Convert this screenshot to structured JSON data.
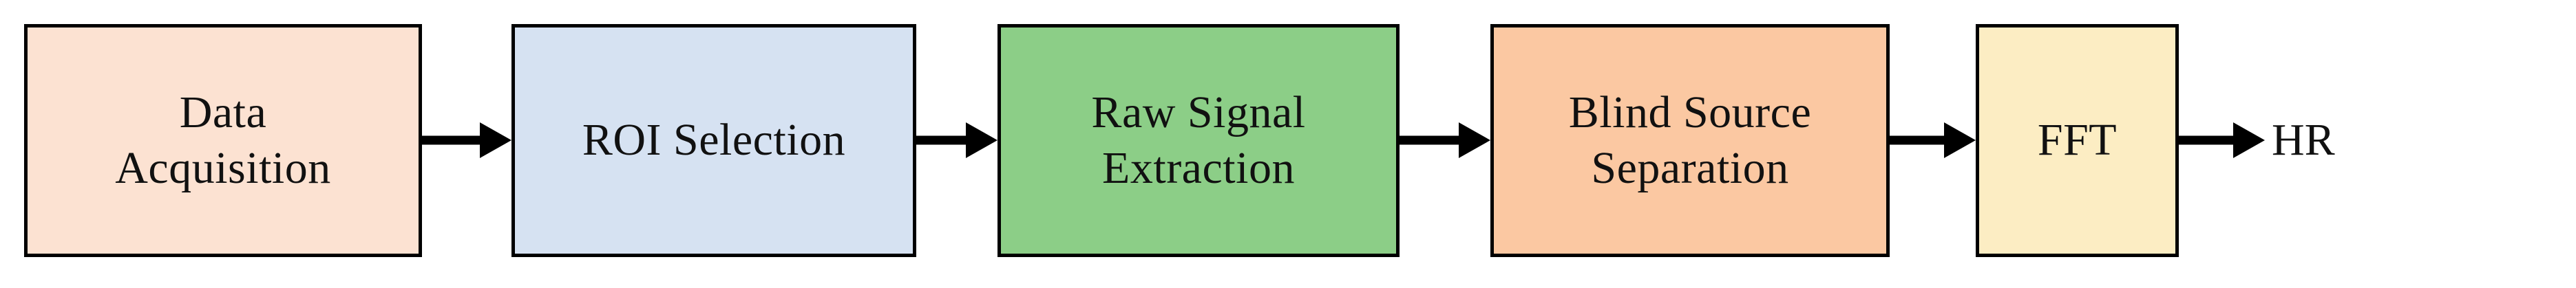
{
  "diagram": {
    "type": "flowchart",
    "orientation": "left-to-right",
    "background_color": "#ffffff",
    "border_color": "#000000",
    "text_color": "#111111",
    "nodes": [
      {
        "id": "data-acquisition",
        "label": "Data\nAcquisition",
        "fill_color": "#fce2d2"
      },
      {
        "id": "roi-selection",
        "label": "ROI Selection",
        "fill_color": "#d6e2f2"
      },
      {
        "id": "raw-signal-extraction",
        "label": "Raw Signal\nExtraction",
        "fill_color": "#8cce87"
      },
      {
        "id": "blind-source-separation",
        "label": "Blind Source\nSeparation",
        "fill_color": "#fbc8a2"
      },
      {
        "id": "fft",
        "label": "FFT",
        "fill_color": "#fcedc3"
      }
    ],
    "connectors": [
      {
        "id": "arrow-data-acquisition-to-roi-selection"
      },
      {
        "id": "arrow-roi-selection-to-raw-signal-extraction"
      },
      {
        "id": "arrow-raw-signal-extraction-to-blind-source-separation"
      },
      {
        "id": "arrow-blind-source-separation-to-fft"
      },
      {
        "id": "arrow-fft-to-hr"
      }
    ],
    "output": {
      "label": "HR"
    }
  }
}
